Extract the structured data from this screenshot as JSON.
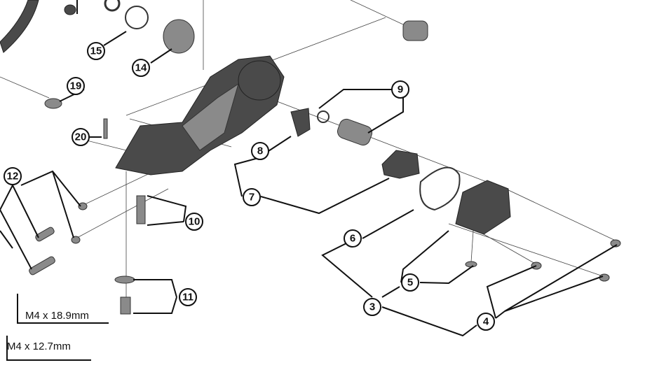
{
  "callouts": [
    {
      "id": "15",
      "label": "15"
    },
    {
      "id": "14",
      "label": "14"
    },
    {
      "id": "19",
      "label": "19"
    },
    {
      "id": "20",
      "label": "20"
    },
    {
      "id": "12",
      "label": "12"
    },
    {
      "id": "9",
      "label": "9"
    },
    {
      "id": "8",
      "label": "8"
    },
    {
      "id": "7",
      "label": "7"
    },
    {
      "id": "10",
      "label": "10"
    },
    {
      "id": "6",
      "label": "6"
    },
    {
      "id": "5",
      "label": "5"
    },
    {
      "id": "3",
      "label": "3"
    },
    {
      "id": "4",
      "label": "4"
    },
    {
      "id": "11",
      "label": "11"
    }
  ],
  "specs": {
    "bolt_long": "M4 x 18.9mm",
    "bolt_short": "M4 x 12.7mm"
  },
  "colors": {
    "line": "#111111",
    "part": "#8a8a8a",
    "part_dark": "#4a4a4a"
  }
}
